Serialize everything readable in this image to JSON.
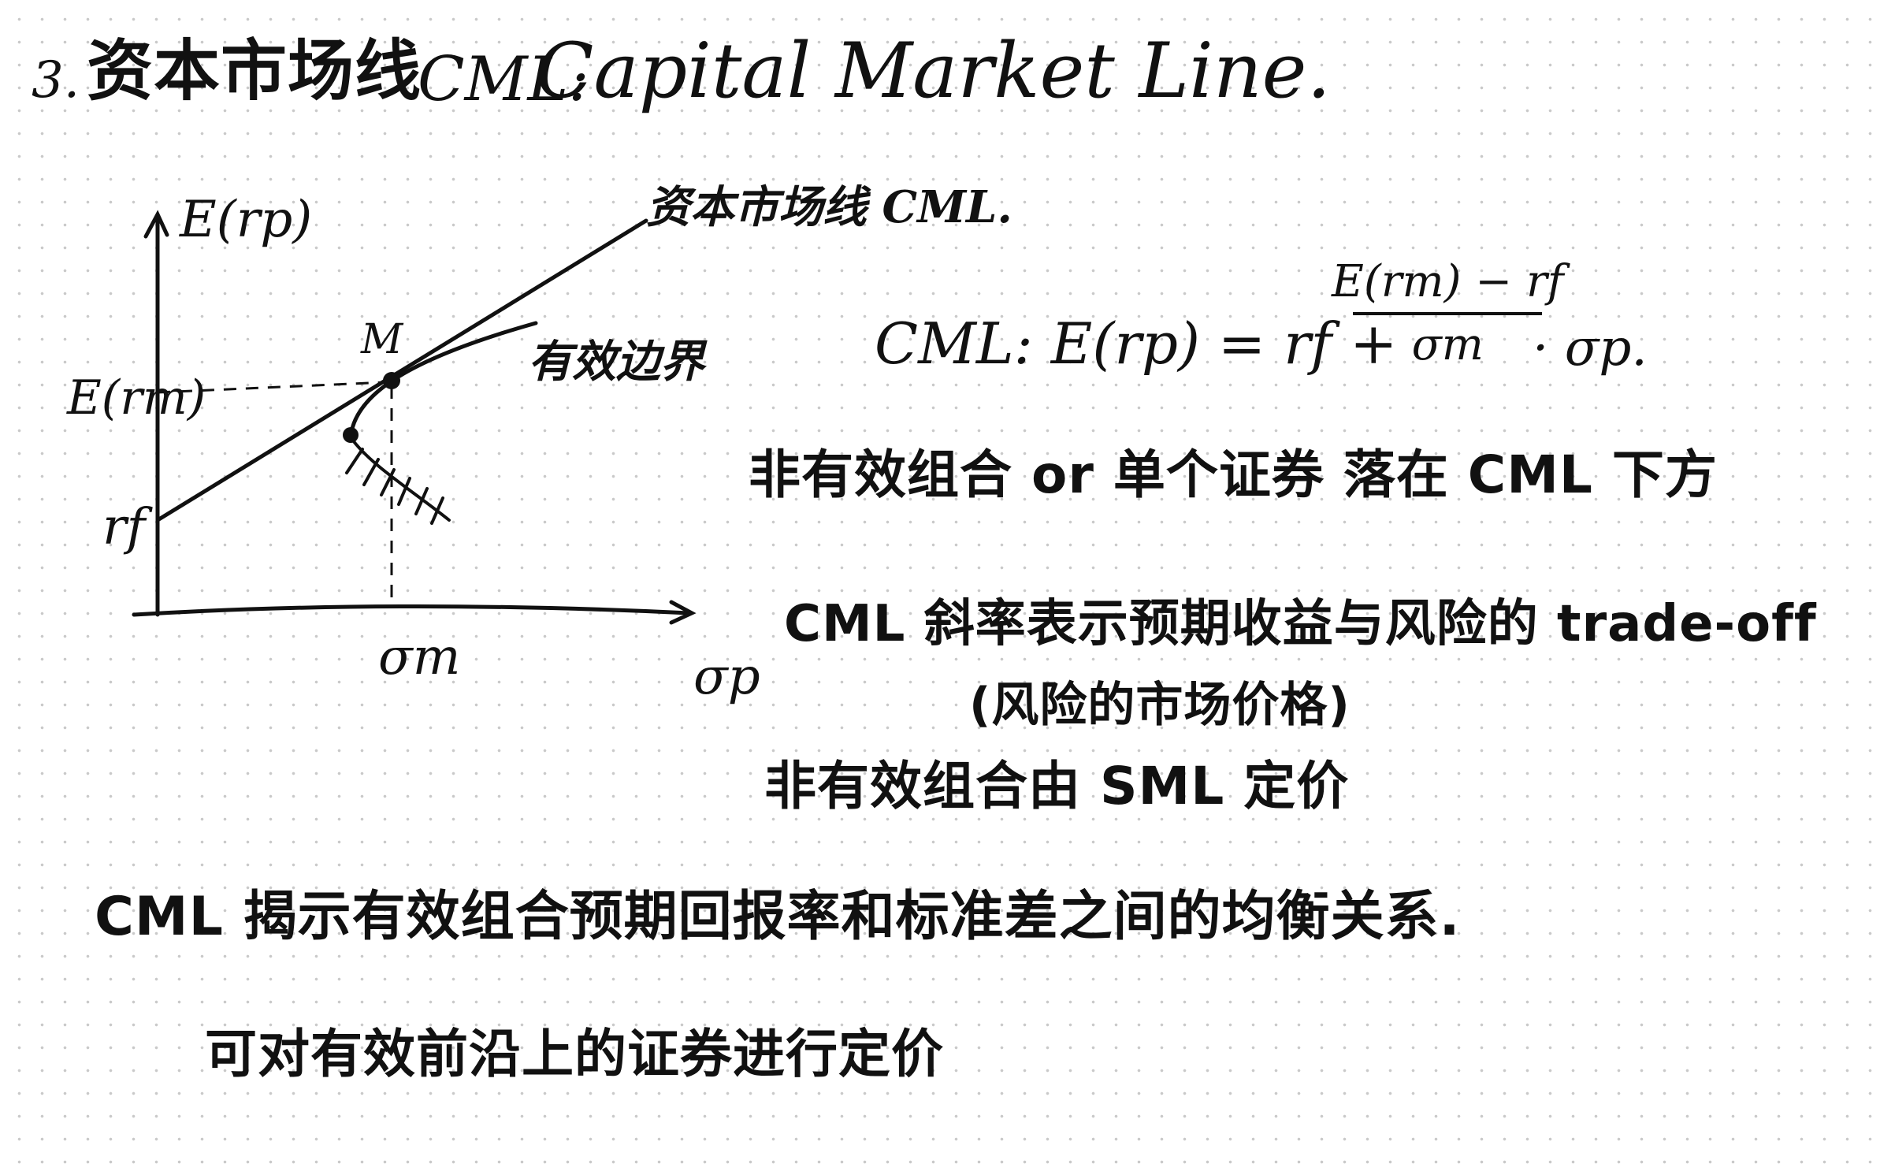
{
  "title": {
    "number": "3.",
    "cn": "资本市场线",
    "abbr": "CML:",
    "en": "Capital Market Line."
  },
  "graph": {
    "y_axis_label": "E(rp)",
    "x_axis_label": "σp",
    "e_rm_label": "E(rm)",
    "rf_label": "rf",
    "m_label": "M",
    "sigma_m_label": "σm",
    "cml_line_label": "资本市场线 CML.",
    "frontier_label": "有效边界"
  },
  "formula": {
    "lhs": "CML:  E(rp) = rf +",
    "numerator": "E(rm) − rf",
    "denominator": "σm",
    "tail": "· σp."
  },
  "notes": {
    "below_cml": "非有效组合 or 单个证券 落在 CML 下方",
    "slope": "CML 斜率表示预期收益与风险的 trade-off",
    "slope_sub": "(风险的市场价格)",
    "sml": "非有效组合由 SML 定价",
    "summary": "CML 揭示有效组合预期回报率和标准差之间的均衡关系.",
    "pricing": "可对有效前沿上的证券进行定价"
  }
}
